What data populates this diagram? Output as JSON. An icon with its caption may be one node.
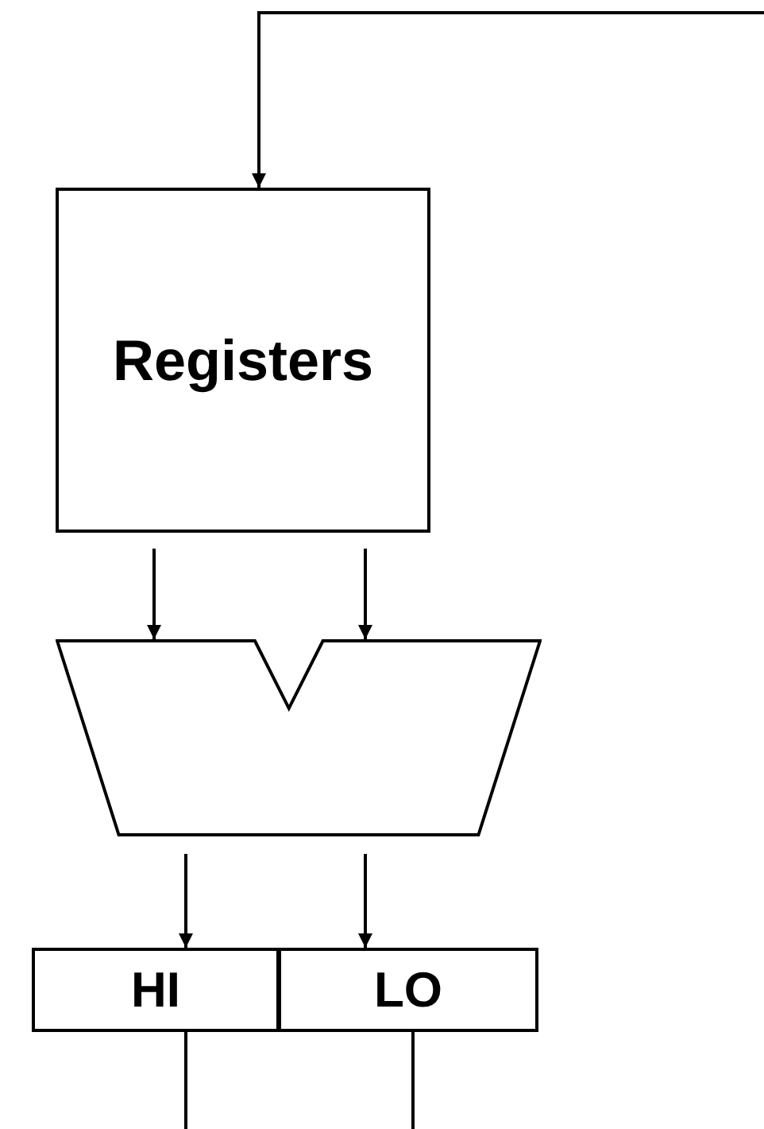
{
  "diagram": {
    "nodes": [
      {
        "text": [
          "Registers"
        ]
      },
      {
        "text": [],
        "shape": "trapezoid"
      },
      {
        "text": [
          "HI"
        ]
      },
      {
        "text": [
          "LO"
        ]
      }
    ],
    "edges": [
      {
        "from": null,
        "to": 0,
        "arrow": "to"
      },
      {
        "from": 0,
        "to": 1,
        "arrow": "to"
      },
      {
        "from": 0,
        "to": 1,
        "arrow": "to"
      },
      {
        "from": 1,
        "to": 2,
        "arrow": "to"
      },
      {
        "from": 1,
        "to": 3,
        "arrow": "to"
      },
      {
        "from": 2,
        "to": null,
        "arrow": "none"
      },
      {
        "from": 3,
        "to": null,
        "arrow": "none"
      }
    ]
  }
}
